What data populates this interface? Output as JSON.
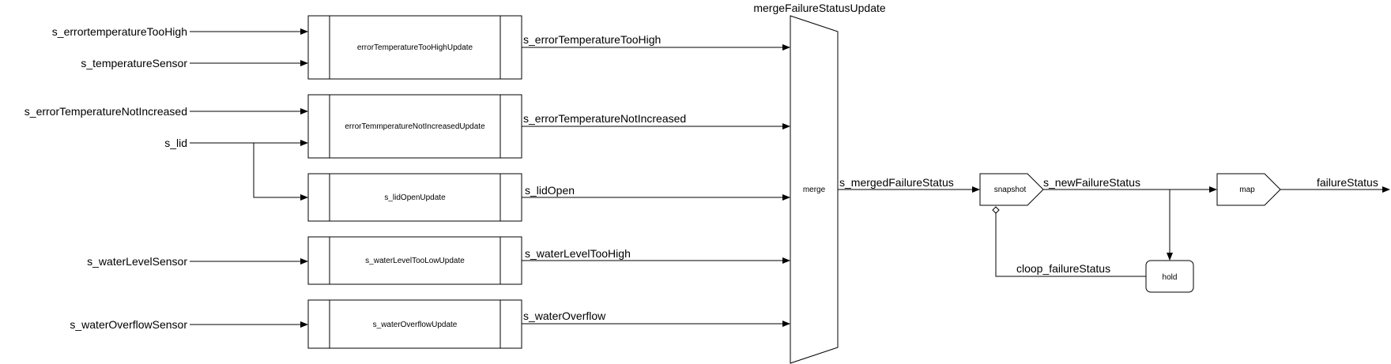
{
  "inputs": {
    "error_temp_too_high": "s_errortemperatureTooHigh",
    "temperature_sensor": "s_temperatureSensor",
    "error_temp_not_increased": "s_errorTemperatureNotIncreased",
    "lid": "s_lid",
    "water_level_sensor": "s_waterLevelSensor",
    "water_overflow_sensor": "s_waterOverflowSensor"
  },
  "blocks": {
    "error_temp_too_high": "errorTemperatureTooHighUpdate",
    "error_temp_not_increased": "errorTemmperatureNotIncreasedUpdate",
    "lid_open": "s_lidOpenUpdate",
    "water_level": "s_waterLevelTooLowUpdate",
    "water_overflow": "s_waterOverflowUpdate"
  },
  "outputs": {
    "error_temp_too_high": "s_errorTemperatureTooHigh",
    "error_temp_not_increased": "s_errorTemperatureNotIncreased",
    "lid_open": "s_lidOpen",
    "water_level": "s_waterLevelTooHigh",
    "water_overflow": "s_waterOverflow"
  },
  "merge": {
    "title": "mergeFailureStatusUpdate",
    "label": "merge",
    "output": "s_mergedFailureStatus"
  },
  "snapshot": {
    "label": "snapshot",
    "output": "s_newFailureStatus"
  },
  "map": {
    "label": "map",
    "output": "failureStatus"
  },
  "hold": {
    "label": "hold",
    "loop": "cloop_failureStatus"
  },
  "colors": {
    "stroke": "#000000",
    "background": "#ffffff"
  }
}
